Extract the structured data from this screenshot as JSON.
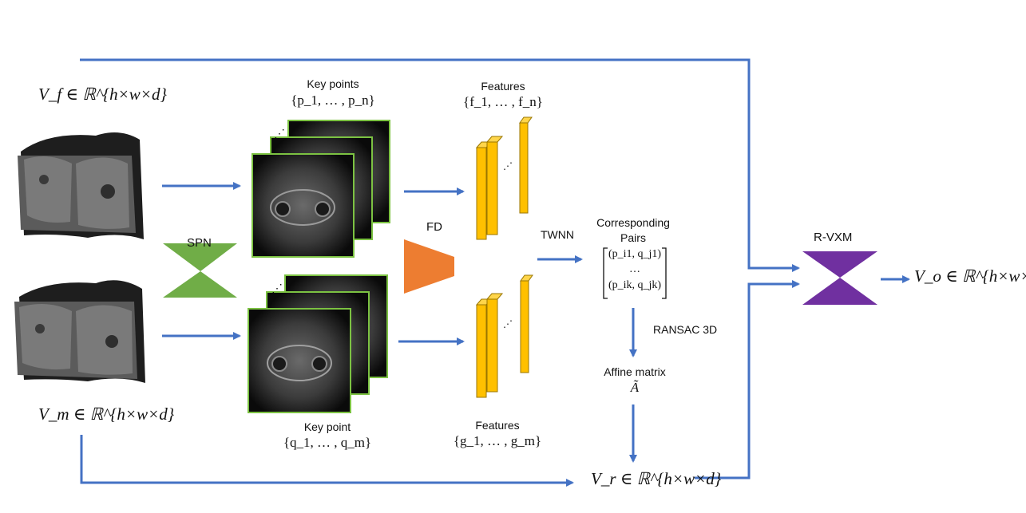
{
  "inputs": {
    "fixed_label": "V_f ∈ ℝ^{h×w×d}",
    "moving_label": "V_m ∈ ℝ^{h×w×d}"
  },
  "spn": {
    "label": "SPN"
  },
  "keypoints_top": {
    "title": "Key points",
    "set": "{p_1, … , p_n}"
  },
  "keypoints_bottom": {
    "title": "Key point",
    "set": "{q_1, … , q_m}"
  },
  "fd": {
    "label": "FD"
  },
  "features_top": {
    "title": "Features",
    "set": "{f_1, … , f_n}"
  },
  "features_bottom": {
    "title": "Features",
    "set": "{g_1, … , g_m}"
  },
  "twnn": {
    "label": "TWNN"
  },
  "pairs": {
    "title_line1": "Corresponding",
    "title_line2": "Pairs",
    "row1": "(p_i1, q_j1)",
    "row2": "…",
    "row3": "(p_ik, q_jk)"
  },
  "ransac": {
    "label": "RANSAC 3D"
  },
  "affine": {
    "title": "Affine matrix",
    "symbol": "Ã"
  },
  "registered": {
    "label": "V_r ∈ ℝ^{h×w×d}"
  },
  "rvxm": {
    "label": "R-VXM"
  },
  "output": {
    "label": "V_o ∈ ℝ^{h×w×d}"
  },
  "colors": {
    "arrow": "#4472C4",
    "spn": "#70AD47",
    "fd": "#ED7D31",
    "feature_bar": "#FFC000",
    "rvxm": "#7030A0",
    "frame_border": "#7CC242"
  }
}
